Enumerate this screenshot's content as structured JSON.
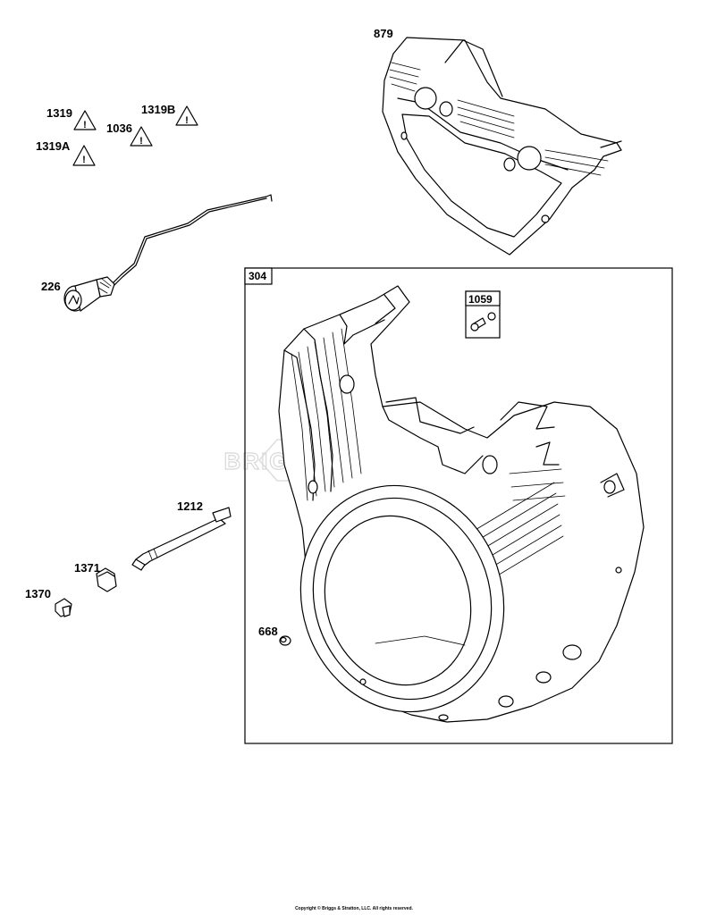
{
  "parts": {
    "p879": "879",
    "p1319": "1319",
    "p1319b": "1319B",
    "p1036": "1036",
    "p1319a": "1319A",
    "p226": "226",
    "p304": "304",
    "p1059": "1059",
    "p1212": "1212",
    "p1371": "1371",
    "p1370": "1370",
    "p668": "668"
  },
  "watermark": "BRIGGS & STRATTON",
  "copyright": "Copyright © Briggs & Stratton, LLC. All rights reserved.",
  "colors": {
    "line": "#000000",
    "background": "#ffffff",
    "watermark": "#d8d8d8"
  }
}
